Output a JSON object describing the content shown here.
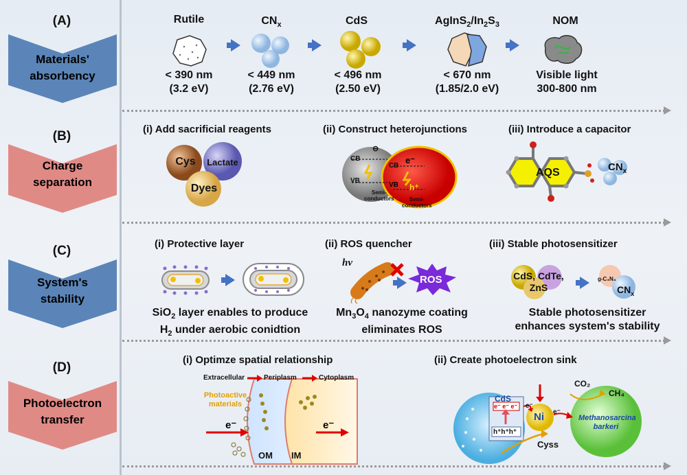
{
  "sections": [
    {
      "letter": "(A)",
      "title_line1": "Materials'",
      "title_line2": "absorbency",
      "color": "#5b85b8"
    },
    {
      "letter": "(B)",
      "title_line1": "Charge",
      "title_line2": "separation",
      "color": "#e08a86"
    },
    {
      "letter": "(C)",
      "title_line1": "System's",
      "title_line2": "stability",
      "color": "#5b85b8"
    },
    {
      "letter": "(D)",
      "title_line1": "Photoelectron",
      "title_line2": "transfer",
      "color": "#e08a86"
    }
  ],
  "absorbency": {
    "materials": [
      {
        "name": "Rutile",
        "wavelength": "< 390 nm",
        "energy": "(3.2 eV)"
      },
      {
        "name": "CN",
        "sub": "x",
        "wavelength": "< 449 nm",
        "energy": "(2.76 eV)"
      },
      {
        "name": "CdS",
        "wavelength": "< 496 nm",
        "energy": "(2.50 eV)"
      },
      {
        "name": "AgInS",
        "sub": "2",
        "name_mid": "/In",
        "sub2": "2",
        "name_end": "S",
        "sub3": "3",
        "wavelength": "< 670 nm",
        "energy": "(1.85/2.0 eV)"
      },
      {
        "name": "NOM",
        "wavelength": "Visible light",
        "energy": "300-800 nm"
      }
    ]
  },
  "charge": {
    "i_title": "(i) Add sacrificial reagents",
    "ii_title": "(ii) Construct  heterojunctions",
    "iii_title": "(iii) Introduce a capacitor",
    "reagents": [
      "Cys",
      "Lactate",
      "Dyes"
    ],
    "hetero": {
      "cb": "CB",
      "vb": "VB",
      "cb2": "CB",
      "vb2": "VB",
      "e": "e⁻",
      "h": "h⁺",
      "semi1": "Semi-\nconductors",
      "semi2": "Semi-\nconductors",
      "minus": "⊖"
    },
    "aqs": "AQS",
    "cnx": "CN",
    "cnx_sub": "x"
  },
  "stability": {
    "i_title": "(i) Protective layer",
    "ii_title": "(ii)  ROS quencher",
    "iii_title": "(iii) Stable photosensitizer",
    "i_desc_line1": "SiO",
    "i_desc_sub": "2",
    "i_desc_line1_end": " layer enables to produce",
    "i_desc_line2": "H",
    "i_desc_line2_sub": "2",
    "i_desc_line2_end": " under aerobic conidtion",
    "ii_desc_line1": "Mn",
    "ii_desc_sub1": "3",
    "ii_desc_mid": "O",
    "ii_desc_sub2": "4",
    "ii_desc_end": " nanozyme coating",
    "ii_desc_line2": "eliminates ROS",
    "iii_desc_line1": "Stable photosensitizer",
    "iii_desc_line2": "enhances system's stability",
    "hv": "hv",
    "ros": "ROS",
    "cds_label_line1": "CdS, CdTe,",
    "cds_label_line2": "ZnS",
    "gc3n4": "g-C₃N₄",
    "cnx": "CN",
    "cnx_sub": "x"
  },
  "transfer": {
    "i_title": "(i) Optimze spatial relationship",
    "ii_title": "(ii) Create photoelectron sink",
    "extracellular": "Extracellular",
    "periplasm": "Periplasm",
    "cytoplasm": "Cytoplasm",
    "photoactive_line1": "Photoactive",
    "photoactive_line2": "materials",
    "e_in": "e⁻",
    "e_out": "e⁻",
    "om": "OM",
    "im": "IM",
    "cds": "CdS",
    "electrons": "e⁻ e⁻ e⁻",
    "holes": "h⁺h⁺h⁺",
    "ni": "Ni",
    "e_left": "e⁻",
    "e_right": "e⁻",
    "cyss": "Cyss",
    "co2": "CO₂",
    "ch4": "CH₄",
    "methano_line1": "Methanosarcina",
    "methano_line2": "barkeri"
  },
  "colors": {
    "blue_section": "#5b85b8",
    "red_section": "#e08a86",
    "arrow_blue": "#4472c4",
    "divider": "#9a9a9a"
  }
}
